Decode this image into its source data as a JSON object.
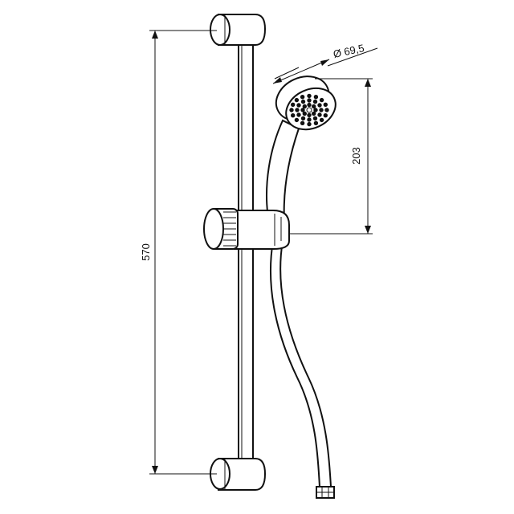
{
  "dimensions": {
    "total_height": "570",
    "head_height": "203",
    "head_diameter": "Ø 69,5"
  }
}
